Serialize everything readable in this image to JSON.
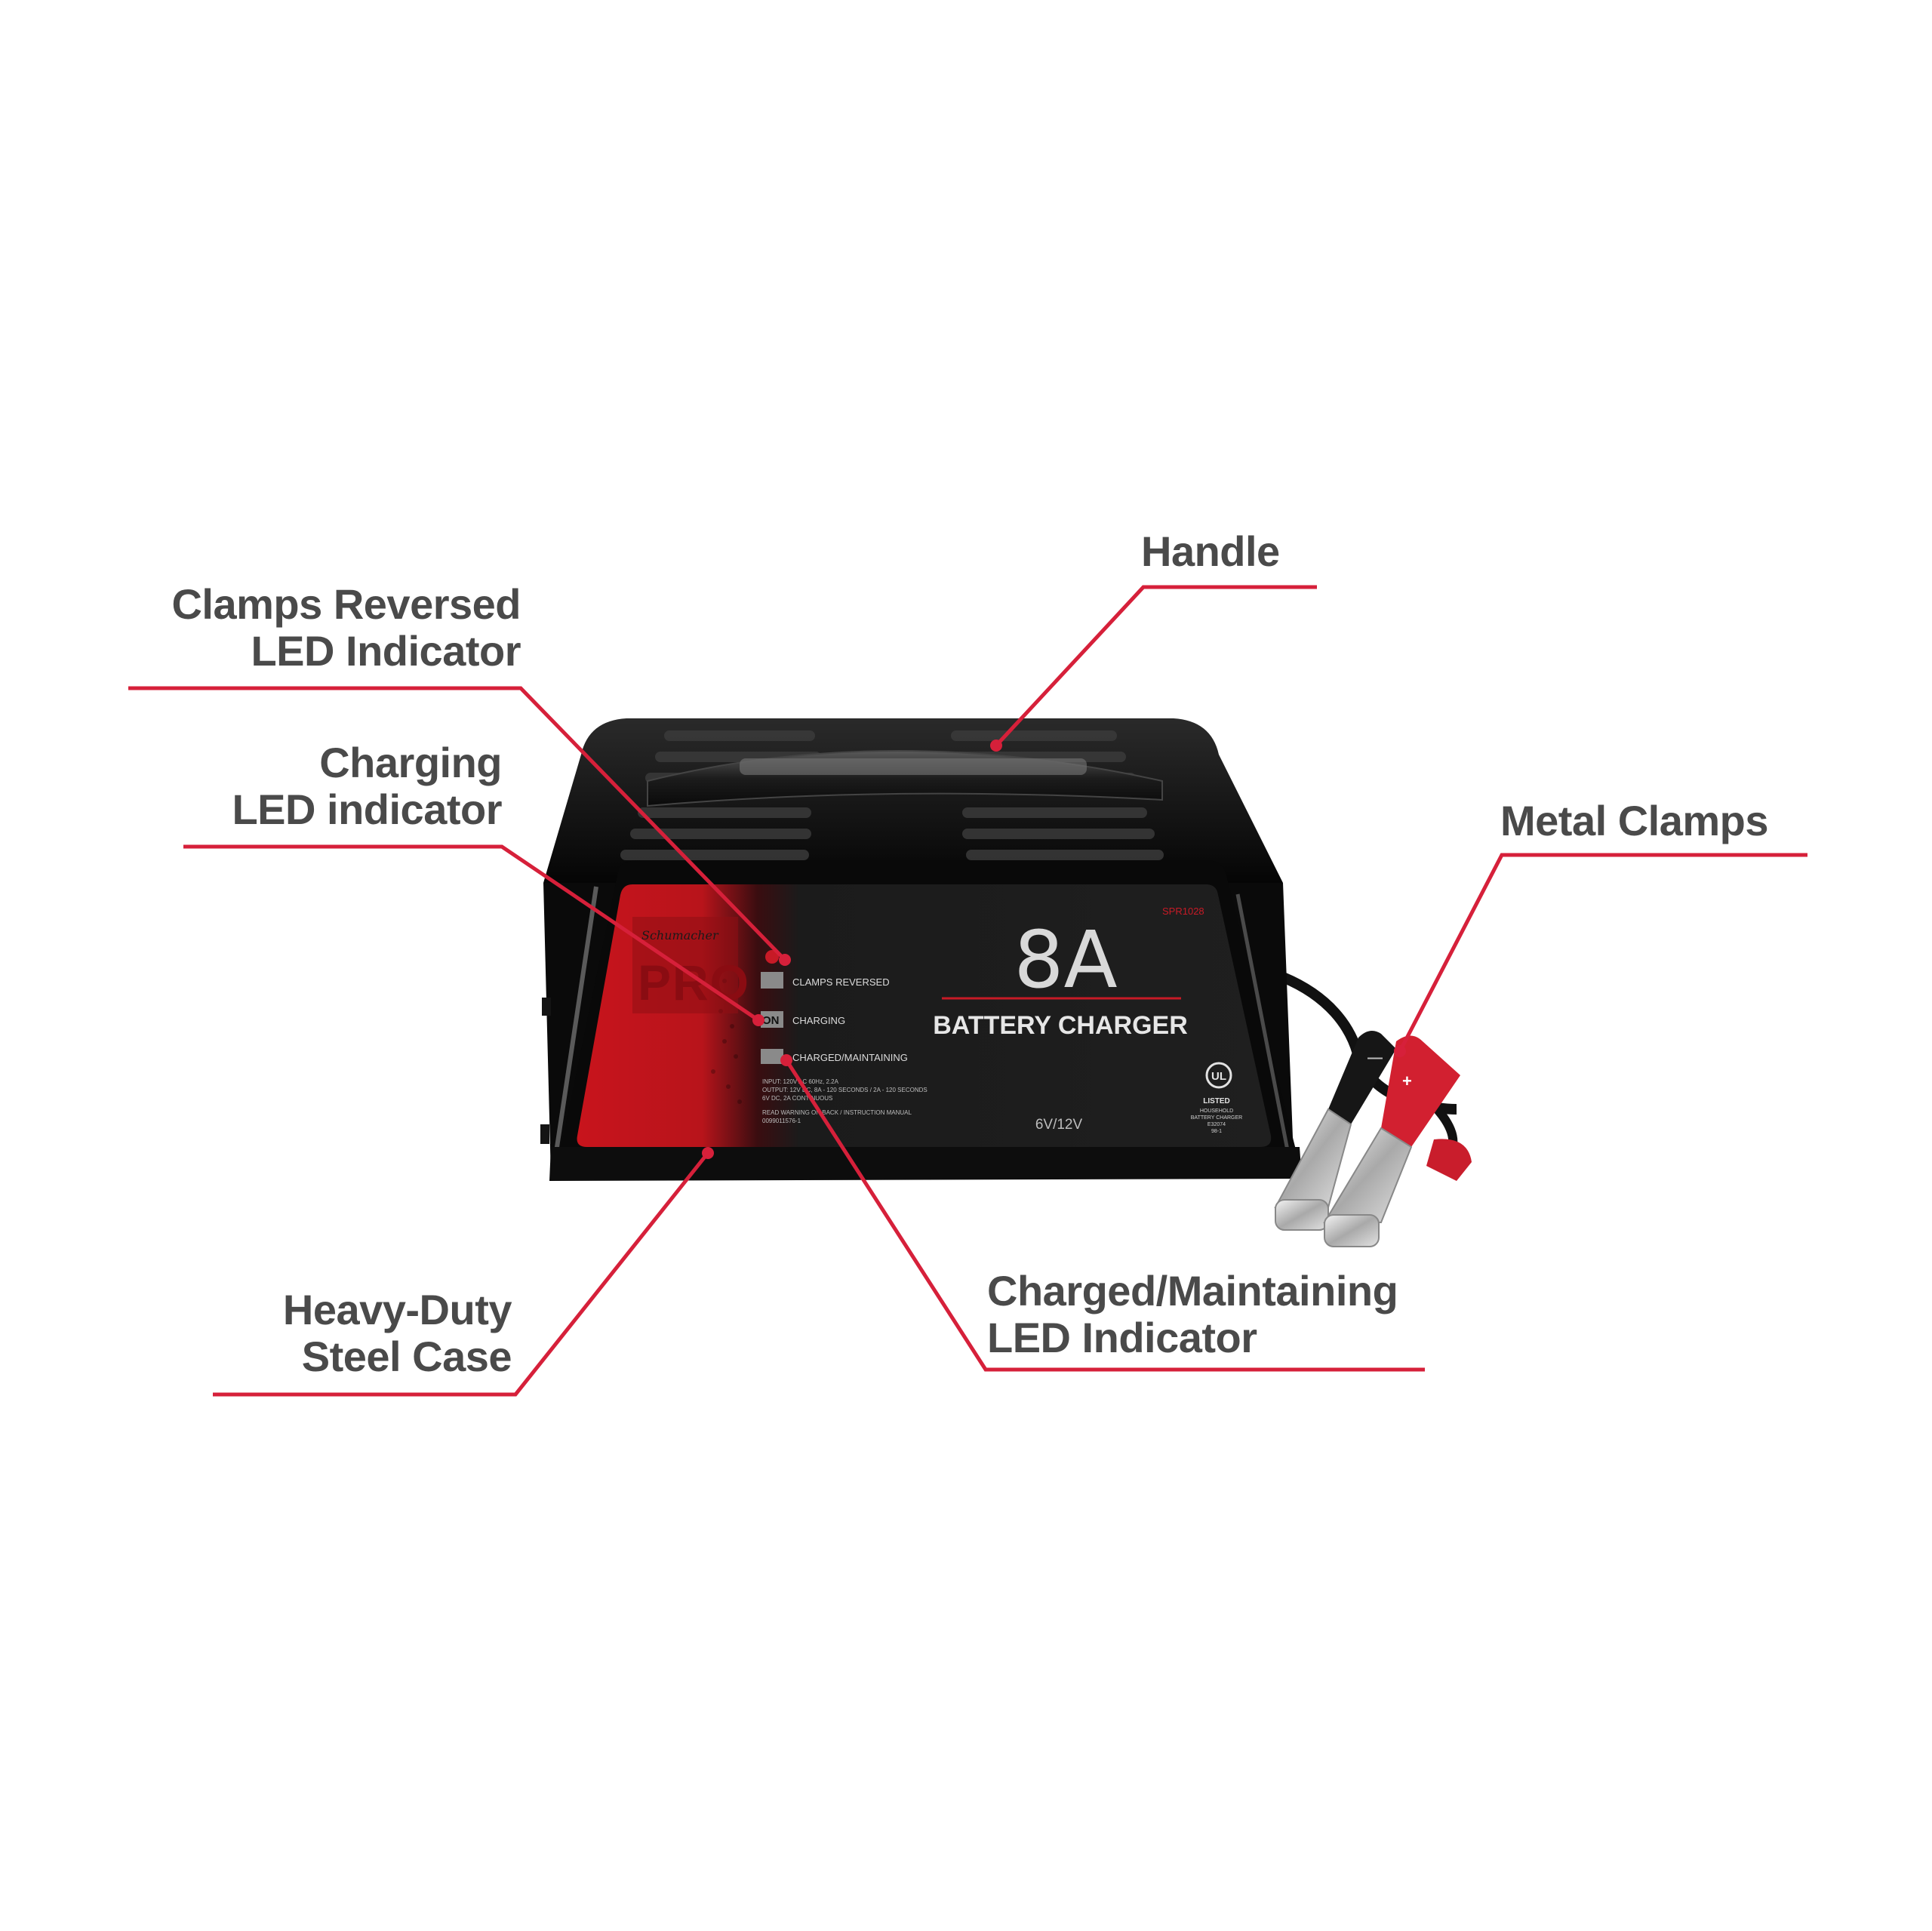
{
  "callouts": {
    "handle": {
      "lines": [
        "Handle"
      ]
    },
    "clamps_reversed": {
      "lines": [
        "Clamps Reversed",
        "LED Indicator"
      ]
    },
    "charging": {
      "lines": [
        "Charging",
        "LED indicator"
      ]
    },
    "metal_clamps": {
      "lines": [
        "Metal Clamps"
      ]
    },
    "heavy_duty": {
      "lines": [
        "Heavy-Duty",
        "Steel Case"
      ]
    },
    "charged_maintaining": {
      "lines": [
        "Charged/Maintaining",
        "LED Indicator"
      ]
    }
  },
  "panel": {
    "brand_script": "Schumacher",
    "brand": "PRO",
    "model": "SPR1028",
    "amps": "8A",
    "product": "BATTERY CHARGER",
    "voltage": "6V/12V",
    "led_clamps_reversed": "CLAMPS REVERSED",
    "led_on": "ON",
    "led_charging": "CHARGING",
    "led_charged": "CHARGED/MAINTAINING",
    "ul_mark": "UL",
    "ul_listed": "LISTED",
    "ul_line1": "HOUSEHOLD",
    "ul_line2": "BATTERY CHARGER",
    "ul_line3": "E32074",
    "ul_line4": "98-1",
    "spec_line1": "INPUT: 120V AC 60Hz, 2.2A",
    "spec_line2": "OUTPUT: 12V DC, 8A - 120 SECONDS / 2A - 120 SECONDS",
    "spec_line3": "6V DC, 2A CONTINUOUS",
    "spec_line4": "READ WARNING ON BACK / INSTRUCTION MANUAL",
    "spec_line5": "0099011576-1"
  },
  "colors": {
    "accent_red": "#d6203a",
    "label_gray": "#4a4a4a",
    "case_black": "#0d0d0d",
    "panel_red": "#c41e24"
  }
}
